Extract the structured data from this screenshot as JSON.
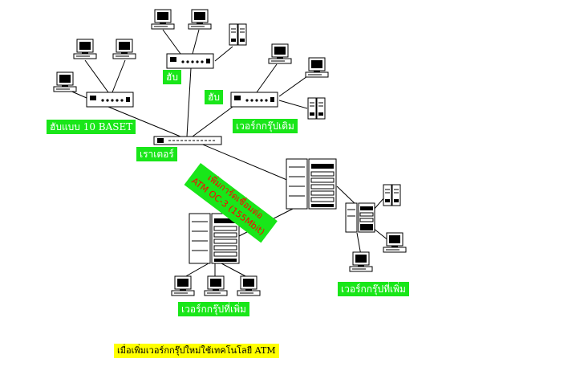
{
  "labels": {
    "hub_10baset": "ฮับแบบ 10 BASET",
    "hub_top": "ฮับ",
    "hub_right": "ฮับ",
    "router": "เราเตอร์",
    "server_group_old": "เวอร์กกรุ๊ปเดิม",
    "server_group_new_left": "เวอร์กกรุ๊ปที่เพิ่ม",
    "server_group_new_right": "เวอร์กกรุ๊ปที่เพิ่ม",
    "atm_card_line1": "เพิ่มการ์ดเชื่อมต่อ",
    "atm_card_line2": "ATM OC-3 (155Mbit)",
    "caption": "เมื่อเพิ่มเวอร์กกรุ๊ปใหม่ใช้เทคโนโลยี ATM"
  },
  "colors": {
    "label_bg": "#19e619",
    "caption_bg": "#ffff00",
    "atm_text": "#ff0000",
    "line": "#000000"
  }
}
